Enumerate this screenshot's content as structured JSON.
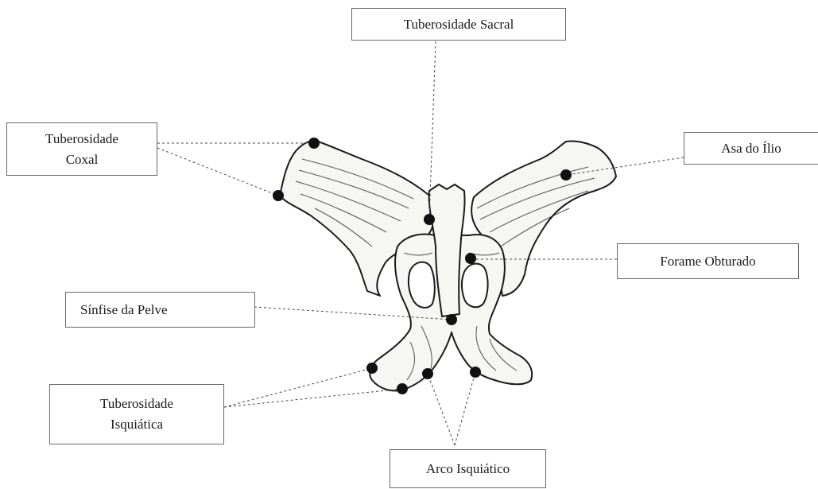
{
  "labels": {
    "tuberosidade_sacral": "Tuberosidade Sacral",
    "tuberosidade_coxal_l1": "Tuberosidade",
    "tuberosidade_coxal_l2": "Coxal",
    "asa_do_ilio": "Asa do Ílio",
    "forame_obturado": "Forame Obturado",
    "sinfise_da_pelve": "Sínfise da Pelve",
    "tuberosidade_isquiatica_l1": "Tuberosidade",
    "tuberosidade_isquiatica_l2": "Isquiática",
    "arco_isquiatico": "Arco Isquiático"
  },
  "colors": {
    "ink": "#1a1a1a",
    "bone_fill": "#f6f6f2",
    "leader_line": "#4a4a4a",
    "box_border": "#6a6a6a"
  }
}
